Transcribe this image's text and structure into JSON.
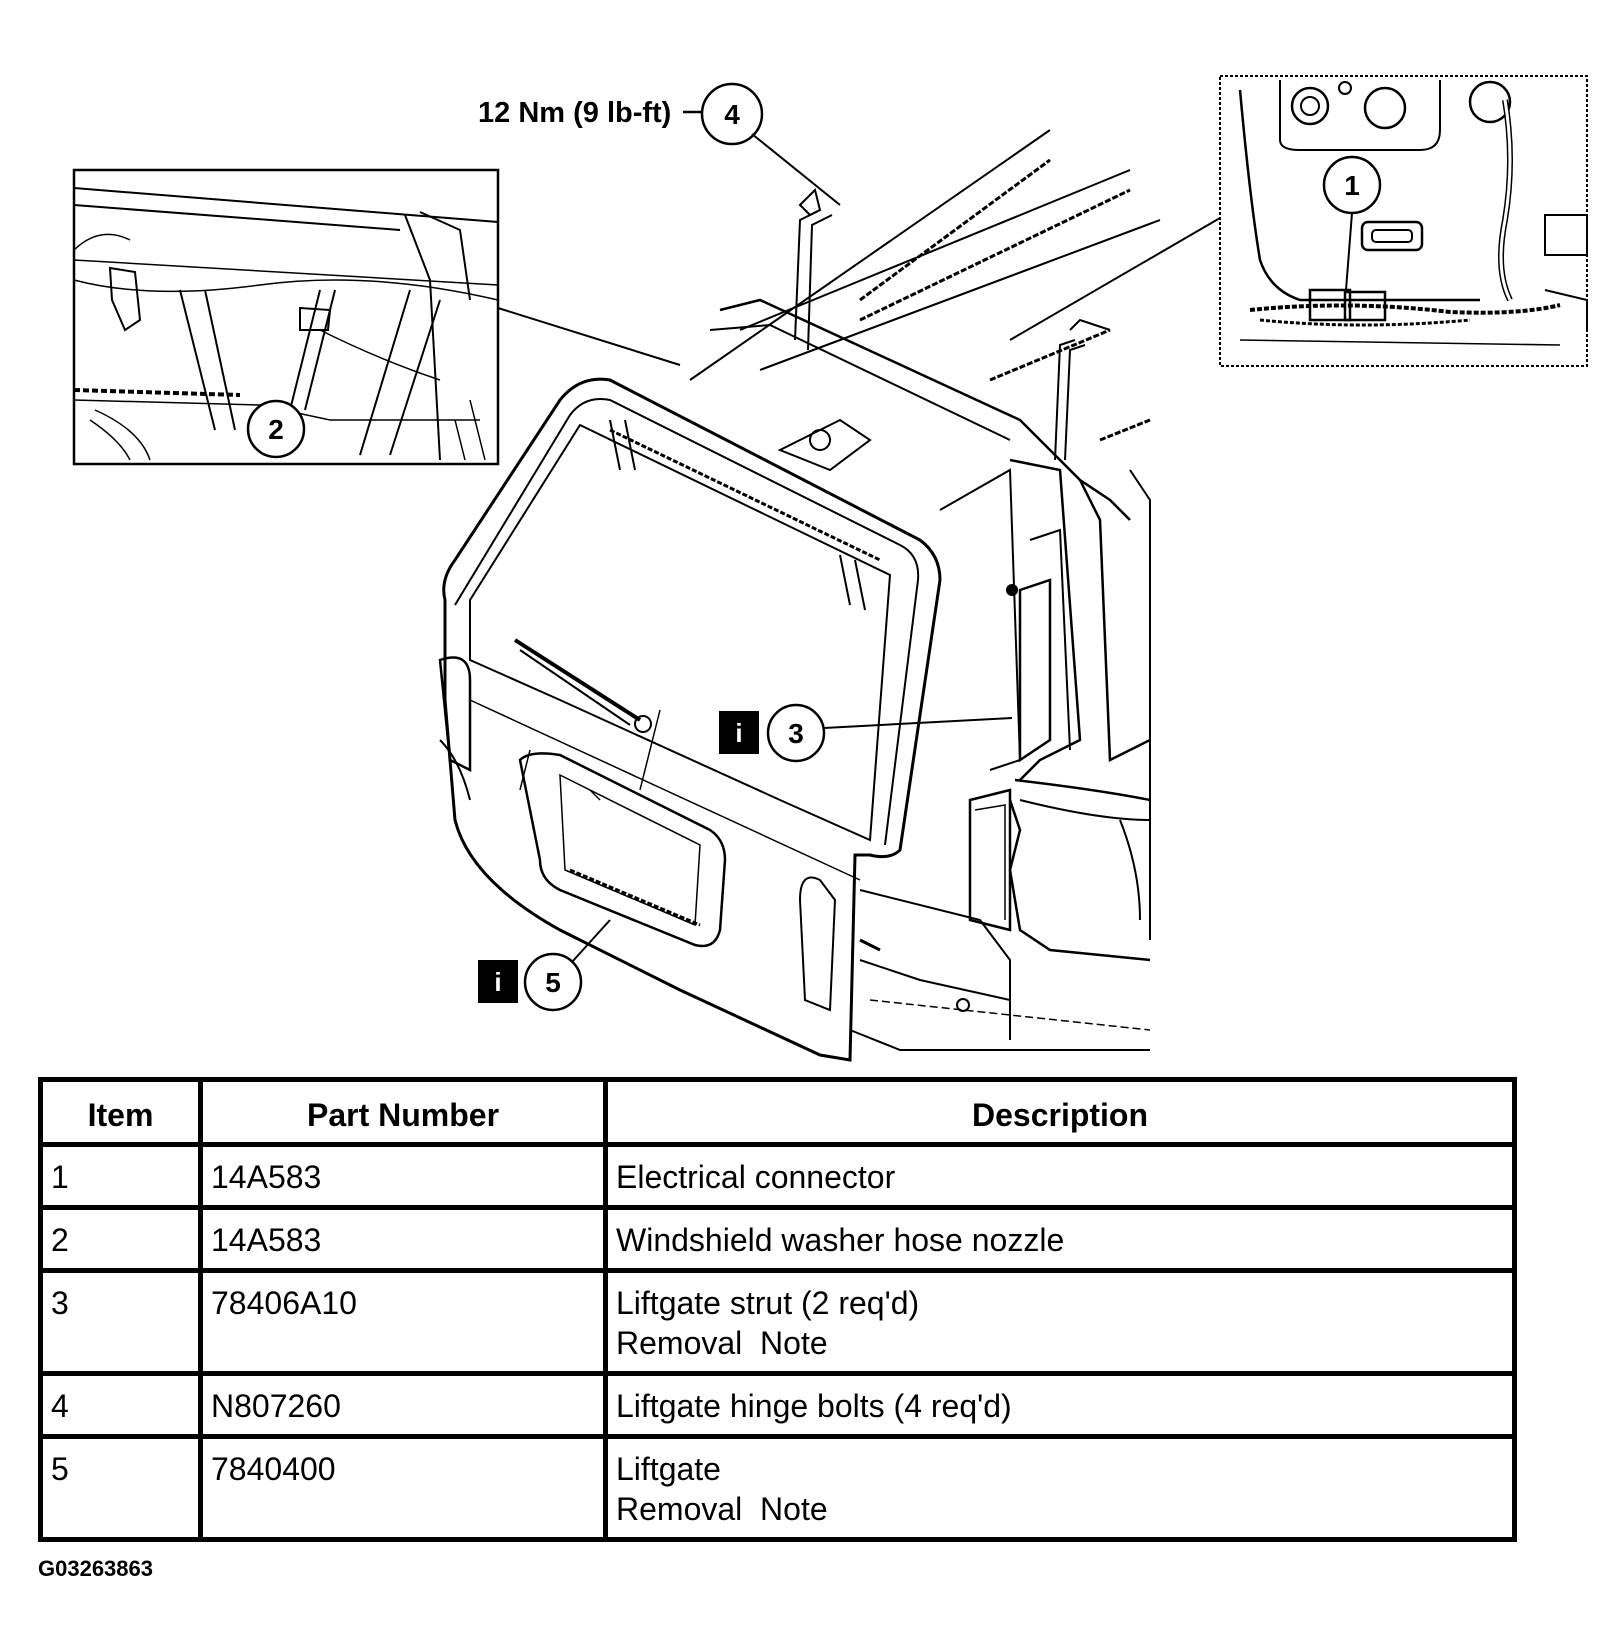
{
  "diagram": {
    "torque_label": "12 Nm (9 lb-ft)",
    "callouts": [
      "1",
      "2",
      "3",
      "4",
      "5"
    ],
    "info_icon_text": "i",
    "icons": [
      "info-icon"
    ]
  },
  "table": {
    "headers": {
      "item": "Item",
      "part_number": "Part Number",
      "description": "Description"
    },
    "rows": [
      {
        "item": "1",
        "part_number": "14A583",
        "description": "Electrical connector",
        "note": ""
      },
      {
        "item": "2",
        "part_number": "14A583",
        "description": "Windshield washer hose nozzle",
        "note": ""
      },
      {
        "item": "3",
        "part_number": "78406A10",
        "description": "Liftgate strut (2 req'd)",
        "note": "Removal  Note"
      },
      {
        "item": "4",
        "part_number": "N807260",
        "description": "Liftgate hinge bolts (4 req'd)",
        "note": ""
      },
      {
        "item": "5",
        "part_number": "7840400",
        "description": "Liftgate",
        "note": "Removal  Note"
      }
    ]
  },
  "figure_id": "G03263863"
}
